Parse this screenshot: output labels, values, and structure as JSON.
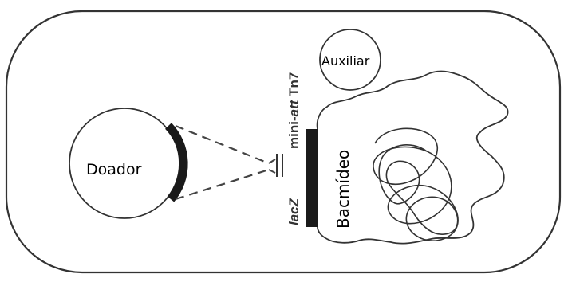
{
  "labels": {
    "donor": "Doador",
    "helper": "Auxiliar",
    "bacmid": "Bacmídeo",
    "lacz": "lacZ",
    "mini_att_prefix": "mini-",
    "mini_att_emph": "att",
    "mini_att_suffix": " Tn7"
  },
  "colors": {
    "stroke": "#333333",
    "insert": "#1a1a1a",
    "background": "#ffffff"
  }
}
